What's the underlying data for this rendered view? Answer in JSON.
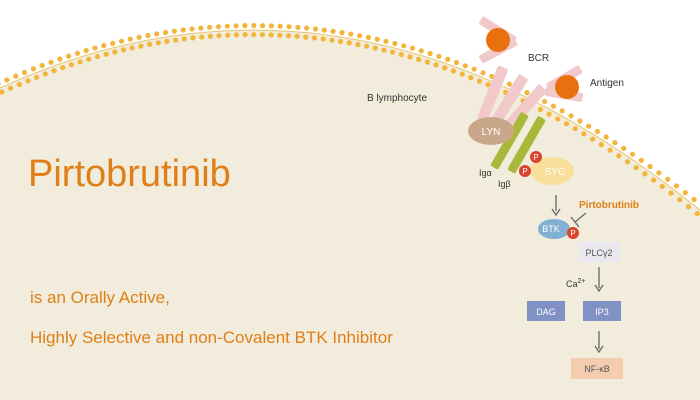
{
  "headline": "Pirtobrutinib",
  "description": {
    "line1": "is an Orally Active,",
    "line2": "Highly Selective and non-Covalent BTK Inhibitor"
  },
  "labels": {
    "bcr": "BCR",
    "antigen": "Antigen",
    "cell": "B lymphocyte",
    "lyn": "LYN",
    "syc": "SYC",
    "ig_alpha": "Igα",
    "ig_beta": "Igβ",
    "phospho": "P",
    "inhibitor": "Pirtobrutinib",
    "btk": "BTK",
    "plcg2": "PLCγ2",
    "calcium_base": "Ca",
    "calcium_sup": "2+",
    "dag": "DAG",
    "ip3": "IP3",
    "nfkb": "NF-κB"
  },
  "colors": {
    "headline": "#e07f18",
    "cell_fill": "#f1ecdc",
    "membrane_bead": "#f3b53b",
    "bcr_chain": "#f2c9cb",
    "antigen": "#e8700f",
    "lyn": "#c9a78a",
    "syc": "#f9de9c",
    "ig_chain": "#a9b83a",
    "phospho": "#d9442e",
    "btk": "#82afd4",
    "plcg2": "#e8e8ee",
    "messenger": "#8091c4",
    "nfkb": "#f4cdb0",
    "inhibitor_text": "#e07f18"
  }
}
